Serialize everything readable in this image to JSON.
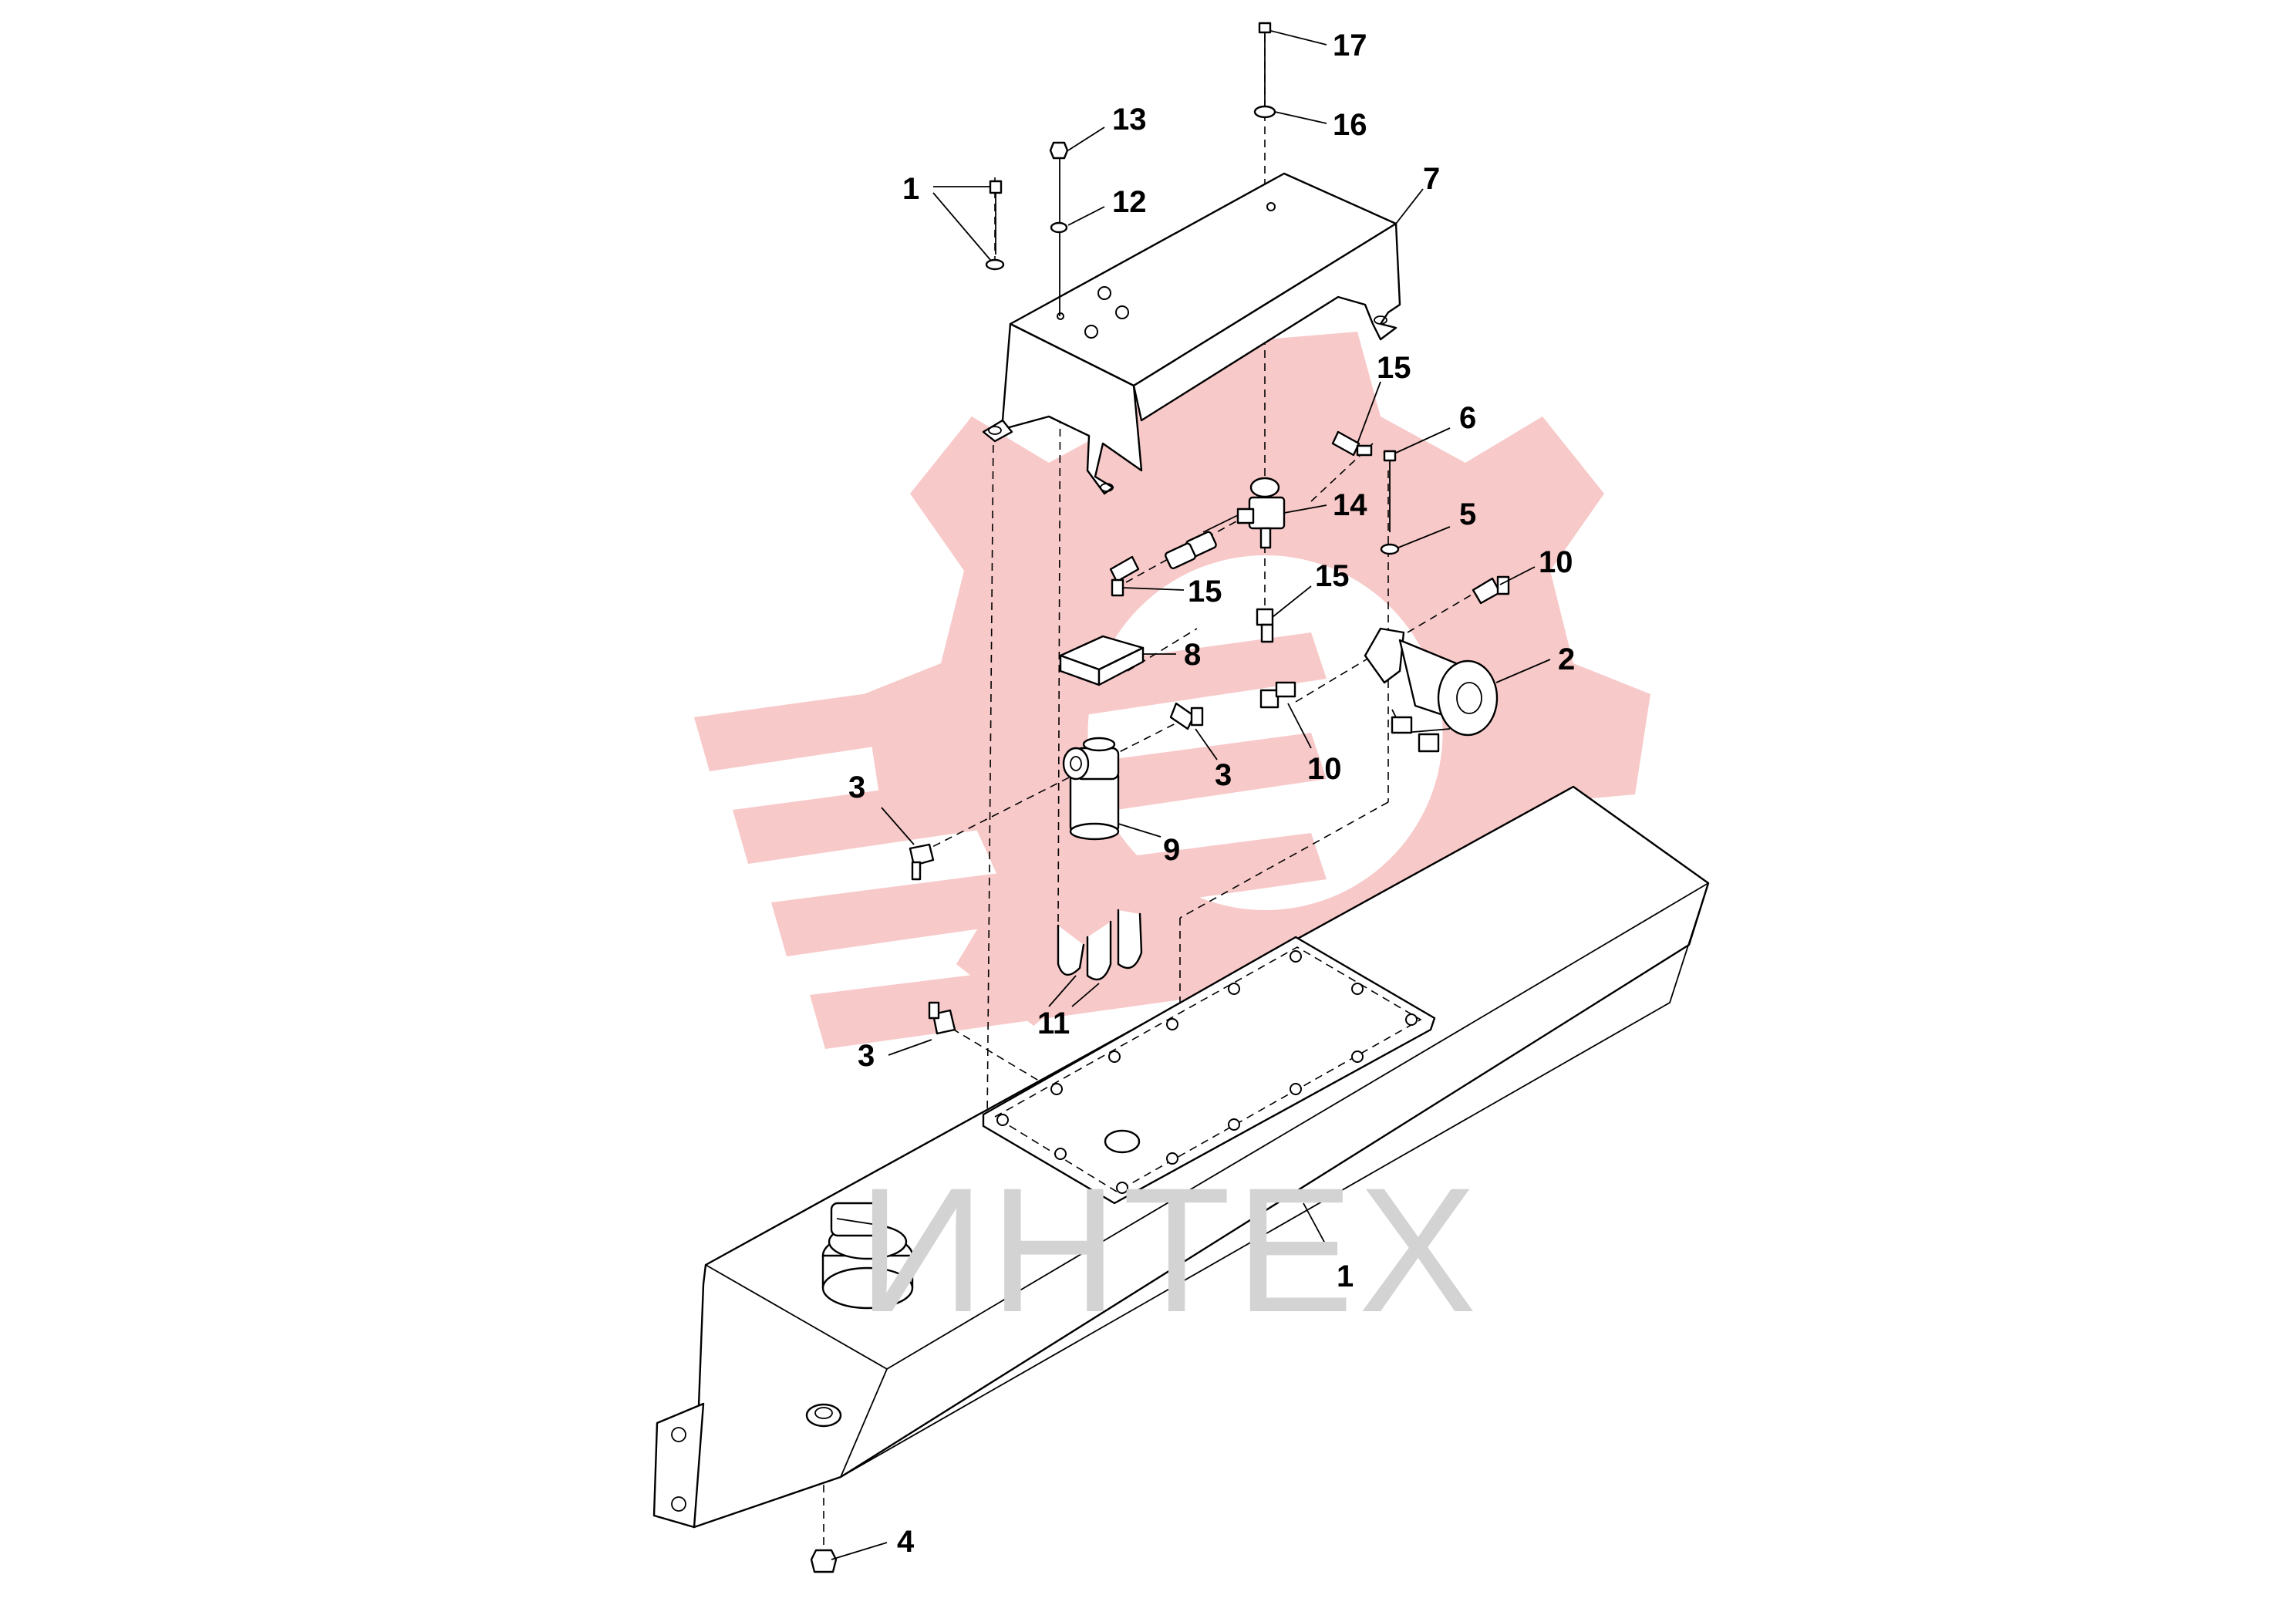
{
  "watermark": {
    "text": "ИНТЕХ",
    "text_color": "#d3d3d3",
    "logo_color": "#f8c9c9"
  },
  "callouts": [
    {
      "id": "c1a",
      "label": "1"
    },
    {
      "id": "c1b",
      "label": "1"
    },
    {
      "id": "c2",
      "label": "2"
    },
    {
      "id": "c3a",
      "label": "3"
    },
    {
      "id": "c3b",
      "label": "3"
    },
    {
      "id": "c3c",
      "label": "3"
    },
    {
      "id": "c4",
      "label": "4"
    },
    {
      "id": "c5",
      "label": "5"
    },
    {
      "id": "c6",
      "label": "6"
    },
    {
      "id": "c7",
      "label": "7"
    },
    {
      "id": "c8",
      "label": "8"
    },
    {
      "id": "c9",
      "label": "9"
    },
    {
      "id": "c10a",
      "label": "10"
    },
    {
      "id": "c10b",
      "label": "10"
    },
    {
      "id": "c11",
      "label": "11"
    },
    {
      "id": "c12",
      "label": "12"
    },
    {
      "id": "c13",
      "label": "13"
    },
    {
      "id": "c14",
      "label": "14"
    },
    {
      "id": "c15a",
      "label": "15"
    },
    {
      "id": "c15b",
      "label": "15"
    },
    {
      "id": "c15c",
      "label": "15"
    },
    {
      "id": "c16",
      "label": "16"
    },
    {
      "id": "c17",
      "label": "17"
    }
  ]
}
